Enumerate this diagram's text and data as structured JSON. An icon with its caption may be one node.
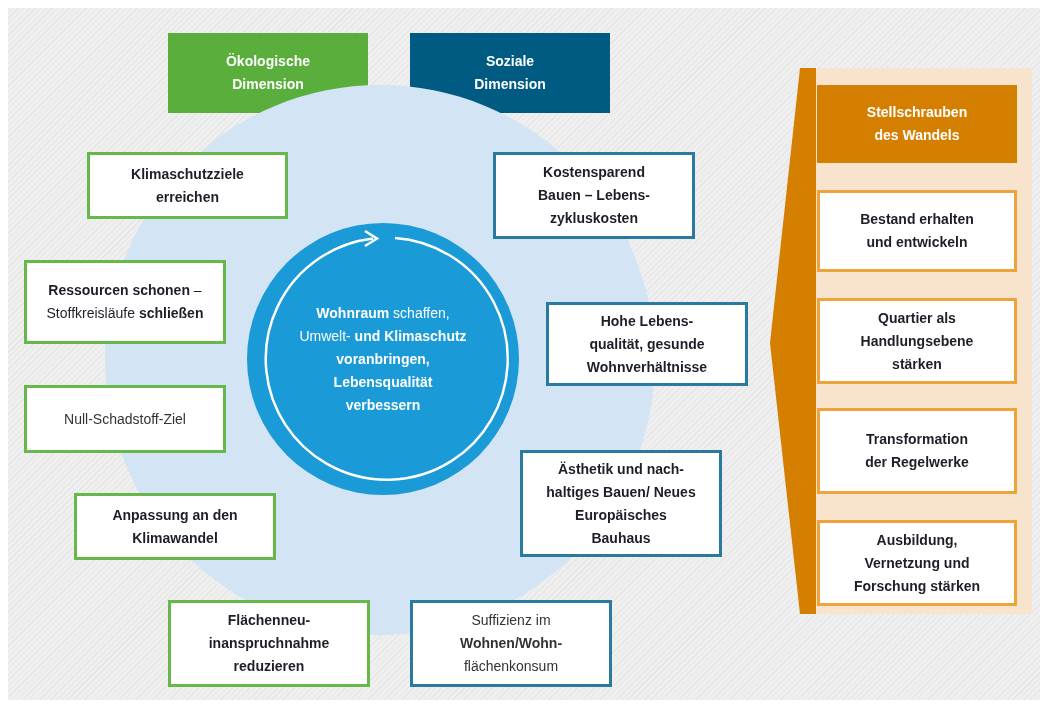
{
  "diagram": {
    "nodes": [
      {
        "text": [
          "Ökologische Dimension"
        ]
      },
      {
        "text": [
          "Soziale Dimension"
        ]
      },
      {
        "text": [],
        "shape": "circle"
      },
      {
        "text": [
          "**Wohnraum** schaffen, Umwelt- **und Klimaschutz voranbringen, Lebensqualität verbessern**"
        ],
        "in": 2
      },
      {
        "text": [
          "Klimaschutzziele erreichen"
        ]
      },
      {
        "text": [
          "Kostensparend Bauen – Lebens- zykluskosten"
        ]
      },
      {
        "text": [
          "**Ressourcen schonen** – Stoffkreisläufe **schließen**"
        ]
      },
      {
        "text": [
          "Hohe Lebens- qualität, gesunde Wohnverhältnisse"
        ]
      },
      {
        "text": [
          "Null-Schadstoff-Ziel"
        ]
      },
      {
        "text": [
          "Ästhetik und nach- haltiges Bauen/ Neues Europäisches Bauhaus"
        ]
      },
      {
        "text": [
          "Anpassung an den Klimawandel"
        ]
      },
      {
        "text": [
          "Flächenneu- inanspruchnahme reduzieren"
        ]
      },
      {
        "text": [
          "Suffizienz im **Wohnen/Wohn-** flächenkonsum"
        ]
      },
      {
        "text": [],
        "shape": "box"
      },
      {
        "text": [
          "Stellschrauben des Wandels"
        ],
        "in": 13
      },
      {
        "text": [
          "Bestand erhalten und entwickeln"
        ],
        "in": 13
      },
      {
        "text": [
          "Quartier als Handlungsebene stärken"
        ],
        "in": 13
      },
      {
        "text": [
          "Transformation der Regelwerke"
        ],
        "in": 13
      },
      {
        "text": [
          "Ausbildung, Vernetzung und Forschung stärken"
        ],
        "in": 13
      }
    ],
    "edges": []
  }
}
